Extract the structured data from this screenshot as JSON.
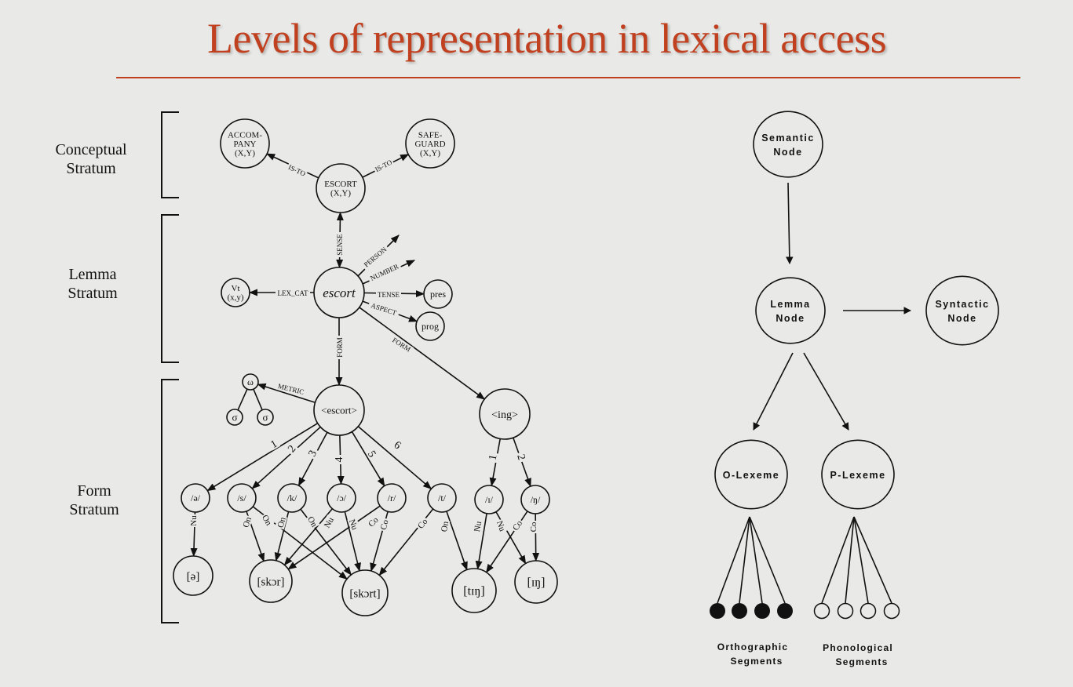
{
  "title": "Levels of representation in lexical access",
  "colors": {
    "accent": "#c0401f",
    "background": "#e9eae8",
    "ink": "#111111"
  },
  "strata": [
    {
      "id": "conceptual",
      "line1": "Conceptual",
      "line2": "Stratum"
    },
    {
      "id": "lemma",
      "line1": "Lemma",
      "line2": "Stratum"
    },
    {
      "id": "form",
      "line1": "Form",
      "line2": "Stratum"
    }
  ],
  "left_diagram": {
    "nodes": {
      "accompany": [
        "ACCOM-",
        "PANY",
        "(X,Y)"
      ],
      "safeguard": [
        "SAFE-",
        "GUARD",
        "(X,Y)"
      ],
      "escort_concept": [
        "ESCORT",
        "(X,Y)"
      ],
      "vt": [
        "Vt",
        "(x,y)"
      ],
      "escort_lemma": [
        "escort"
      ],
      "pres": [
        "pres"
      ],
      "prog": [
        "prog"
      ],
      "omega": [
        "ω"
      ],
      "sigma1": [
        "σ"
      ],
      "sigma2": [
        "σ"
      ],
      "escort_form": [
        "<escort>"
      ],
      "ing_form": [
        "<ing>"
      ],
      "ph_schwa": [
        "/ə/"
      ],
      "ph_s": [
        "/s/"
      ],
      "ph_k": [
        "/k/"
      ],
      "ph_o": [
        "/ɔ/"
      ],
      "ph_r": [
        "/r/"
      ],
      "ph_t": [
        "/t/"
      ],
      "ph_i": [
        "/ɪ/"
      ],
      "ph_ng": [
        "/ŋ/"
      ],
      "syl_schwa": [
        "[ə]"
      ],
      "syl_skor": [
        "[skɔr]"
      ],
      "syl_skort": [
        "[skɔrt]"
      ],
      "syl_ting": [
        "[tɪŋ]"
      ],
      "syl_ing": [
        "[ɪŋ]"
      ]
    },
    "edge_labels": {
      "is_to_1": "IS-TO",
      "is_to_2": "IS-TO",
      "sense": "SENSE",
      "lex_cat": "LEX_CAT",
      "person": "PERSON",
      "number": "NUMBER",
      "tense": "TENSE",
      "aspect": "ASPECT",
      "form_1": "FORM",
      "form_2": "FORM",
      "metric": "METRIC",
      "seg_1": "1",
      "seg_2": "2",
      "seg_3": "3",
      "seg_4": "4",
      "seg_5": "5",
      "seg_6": "6",
      "ing_1": "1",
      "ing_2": "2",
      "nu": "Nu",
      "on": "On",
      "co": "Co"
    }
  },
  "right_diagram": {
    "semantic_node": [
      "Semantic",
      "Node"
    ],
    "lemma_node": [
      "Lemma",
      "Node"
    ],
    "syntactic_node": [
      "Syntactic",
      "Node"
    ],
    "o_lexeme": [
      "O-Lexeme"
    ],
    "p_lexeme": [
      "P-Lexeme"
    ],
    "orthographic_label": [
      "Orthographic",
      "Segments"
    ],
    "phonological_label": [
      "Phonological",
      "Segments"
    ],
    "orthographic_segments": 4,
    "phonological_segments": 4
  }
}
